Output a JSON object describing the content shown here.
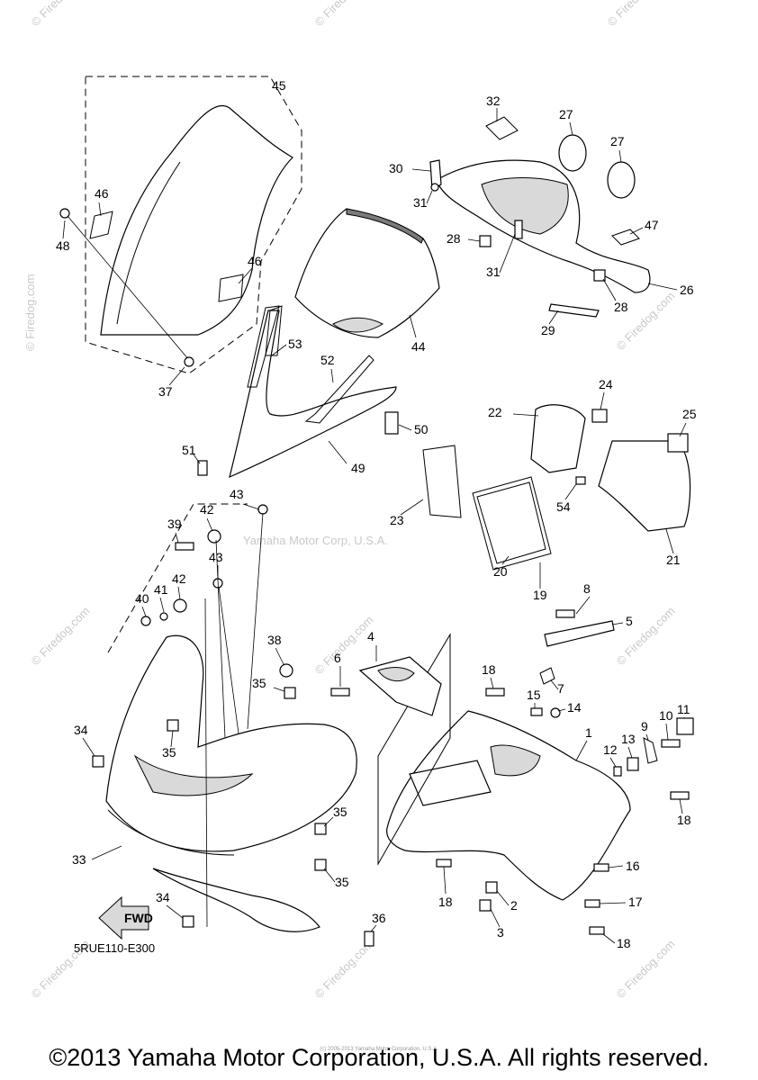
{
  "diagram": {
    "code": "5RUE110-E300",
    "watermark_center": "Yamaha Motor Corp, U.S.A.",
    "watermark_site": "Firedog.com",
    "fwd_label": "FWD",
    "copyright": "©2013 Yamaha Motor Corporation, U.S.A. All rights reserved.",
    "tiny_copyright": "(c) 2005-2013 Yamaha Motor Corporation, U.S.A.",
    "callouts": [
      "1",
      "2",
      "3",
      "4",
      "5",
      "6",
      "7",
      "8",
      "9",
      "10",
      "11",
      "12",
      "13",
      "14",
      "15",
      "16",
      "17",
      "18",
      "19",
      "20",
      "21",
      "22",
      "23",
      "24",
      "25",
      "26",
      "27",
      "28",
      "29",
      "30",
      "31",
      "32",
      "33",
      "34",
      "35",
      "36",
      "37",
      "38",
      "39",
      "40",
      "41",
      "42",
      "43",
      "44",
      "45",
      "46",
      "47",
      "48",
      "49",
      "50",
      "51",
      "52",
      "53",
      "54"
    ]
  }
}
